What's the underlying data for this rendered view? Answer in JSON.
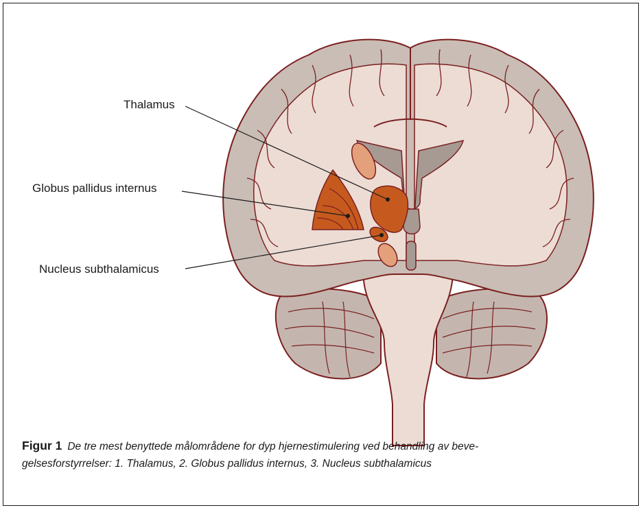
{
  "labels": {
    "thalamus": "Thalamus",
    "globus": "Globus pallidus internus",
    "nucleus": "Nucleus subthalamicus"
  },
  "caption": {
    "label": "Figur 1",
    "text_line1": "De tre mest benyttede målområdene for dyp hjernestimulering ved behandling av beve-",
    "text_line2": "gelsesforstyrrelser: 1. Thalamus, 2. Globus pallidus internus, 3. Nucleus subthalamicus"
  },
  "colors": {
    "outline": "#7a1f1f",
    "white_matter": "#ecdcd4",
    "grey_matter": "#c9bdb5",
    "ventricle": "#a69a93",
    "target_dark": "#c65a1e",
    "target_light": "#e3a07a",
    "cerebellum": "#c4b6af"
  }
}
